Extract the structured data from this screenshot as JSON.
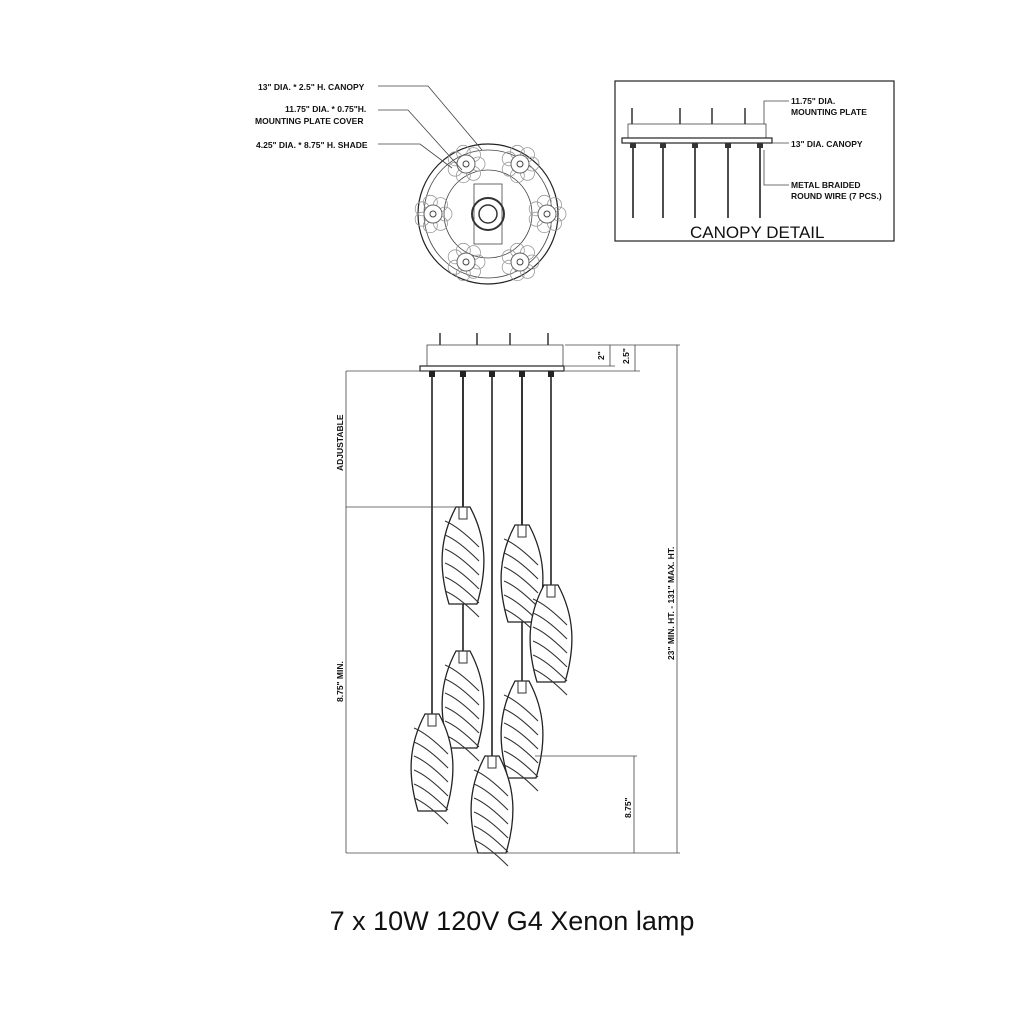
{
  "top_view": {
    "callouts": {
      "canopy": "13\" DIA. * 2.5\" H. CANOPY",
      "plate_line1": "11.75\" DIA. * 0.75\"H.",
      "plate_line2": "MOUNTING PLATE COVER",
      "shade": "4.25\" DIA. * 8.75\" H. SHADE"
    }
  },
  "canopy_detail": {
    "title": "CANOPY DETAIL",
    "mounting_plate_line1": "11.75\" DIA.",
    "mounting_plate_line2": "MOUNTING PLATE",
    "canopy": "13\" DIA. CANOPY",
    "wire_line1": "METAL BRAIDED",
    "wire_line2": "ROUND WIRE (7 PCS.)"
  },
  "elevation": {
    "dim_2": "2\"",
    "dim_2_5": "2.5\"",
    "adjustable": "ADJUSTABLE",
    "min_875": "8.75\" MIN.",
    "overall_height": "23\" MIN. HT. - 131\" MAX. HT.",
    "bottom_875": "8.75\""
  },
  "footer": {
    "lamp_spec": "7 x 10W 120V G4 Xenon lamp"
  }
}
